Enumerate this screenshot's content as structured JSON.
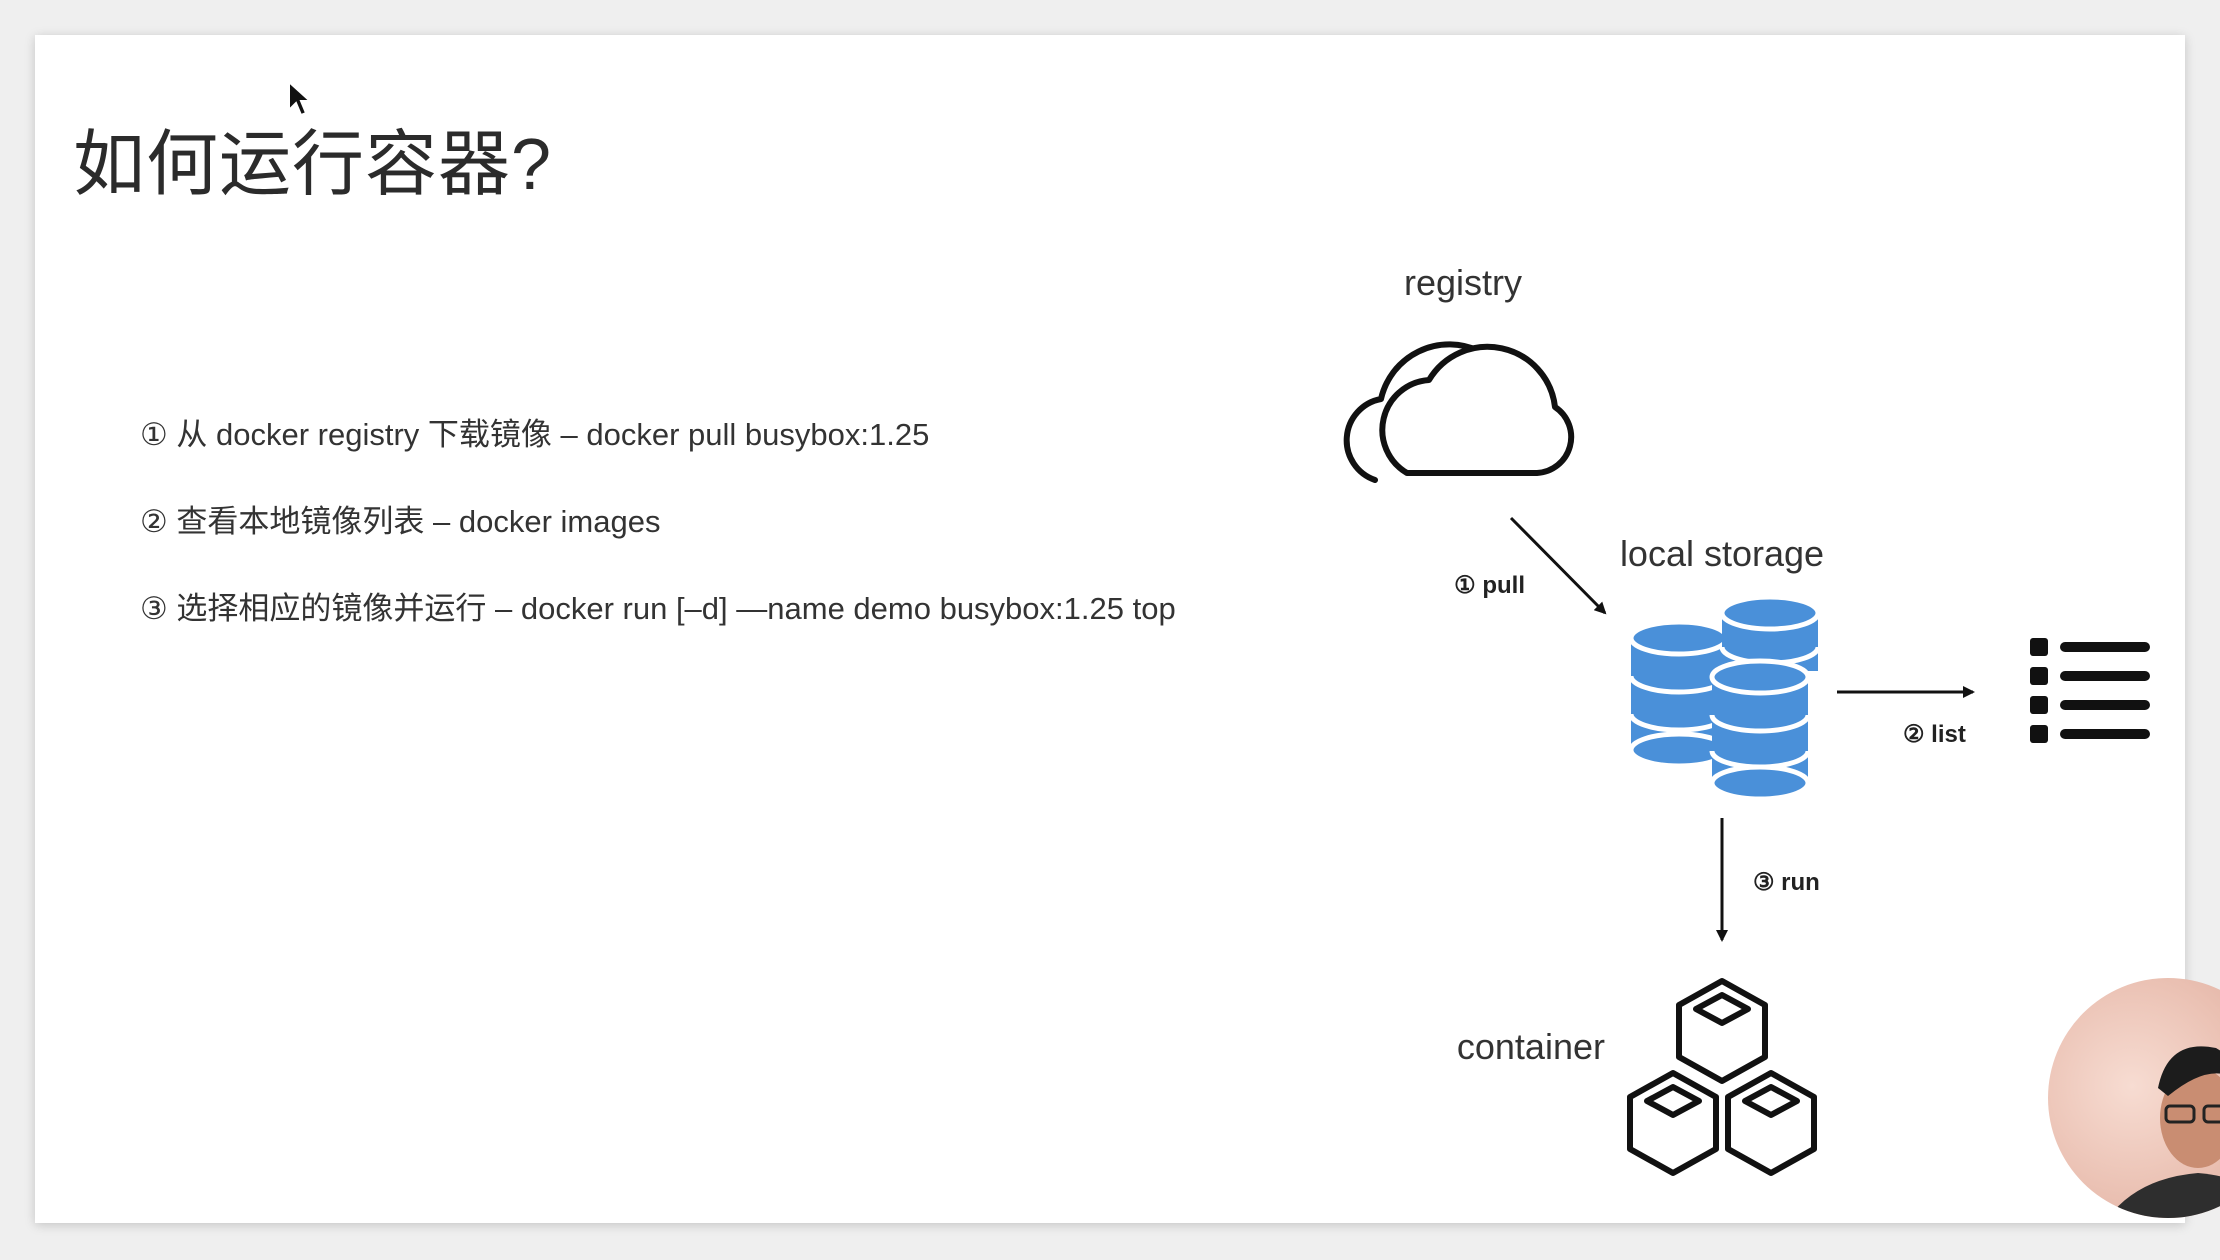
{
  "slide": {
    "title": "如何运行容器?",
    "steps": [
      "① 从 docker registry 下载镜像 – docker pull busybox:1.25",
      "② 查看本地镜像列表 – docker images",
      "③ 选择相应的镜像并运行 – docker run [–d] —name demo busybox:1.25 top"
    ]
  },
  "diagram": {
    "registry_label": "registry",
    "local_storage_label": "local storage",
    "container_label": "container",
    "pull_label": "① pull",
    "list_label": "② list",
    "run_label": "③ run",
    "icons": [
      "cloud-icon",
      "database-icon",
      "list-icon",
      "container-cubes-icon"
    ],
    "accent_color": "#4a90d9"
  }
}
